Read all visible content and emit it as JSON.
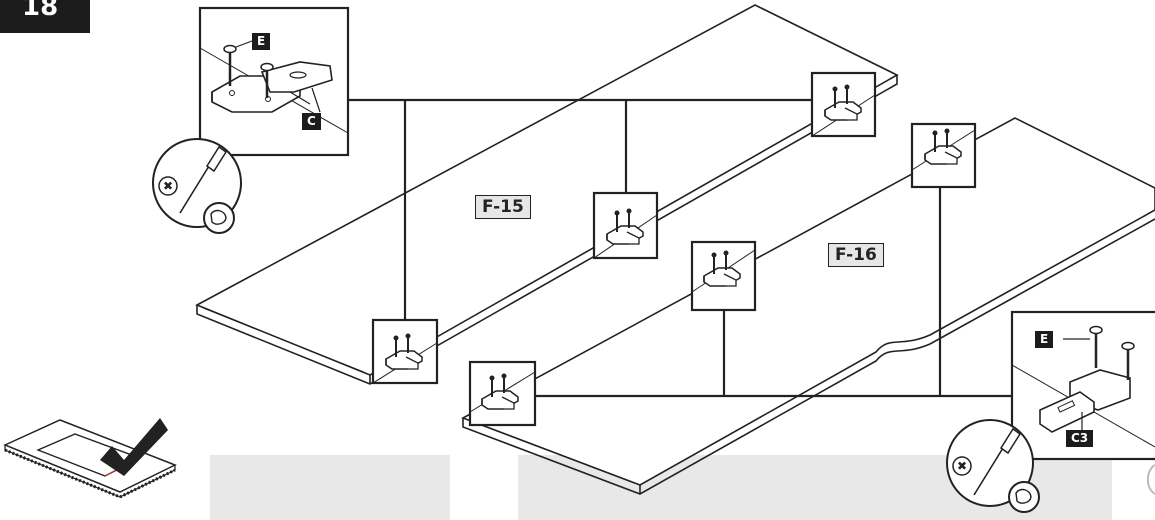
{
  "step": {
    "number": "18"
  },
  "panels": {
    "left": {
      "label": "F-15"
    },
    "right": {
      "label": "F-16"
    }
  },
  "callouts": {
    "top_left": {
      "screw_label": "E",
      "hinge_label": "C",
      "tool": "screwdriver-icon"
    },
    "bottom_right": {
      "screw_label": "E",
      "hinge_label": "C3",
      "tool": "screwdriver-icon"
    }
  },
  "icons": {
    "work_surface": "protective-mat-checkmark-icon"
  }
}
